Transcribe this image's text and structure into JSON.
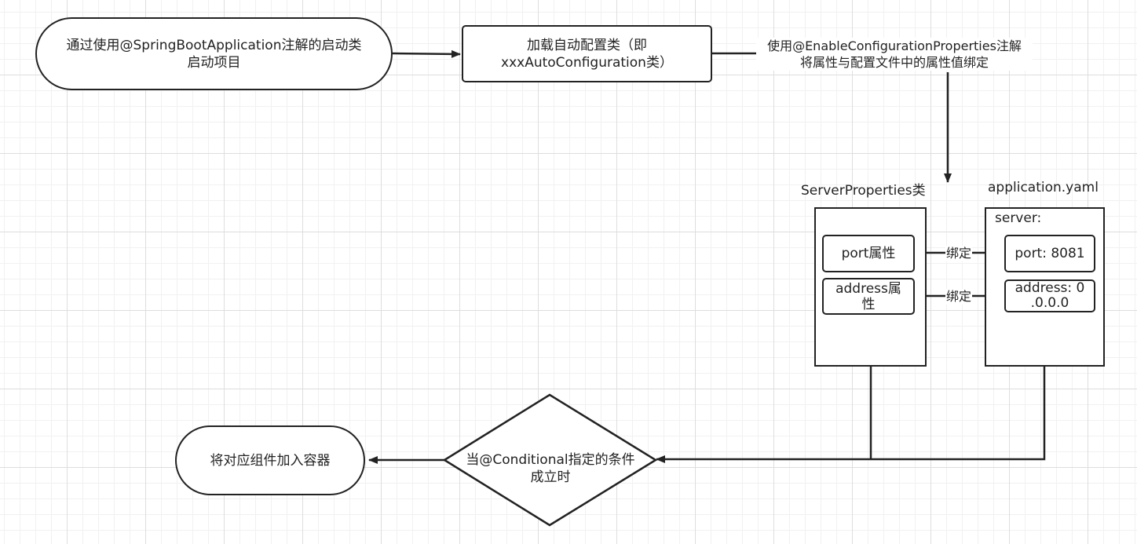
{
  "nodes": {
    "start": {
      "line1": "通过使用@SpringBootApplication注解的启动类",
      "line2": "启动项目"
    },
    "load_autoconfig": {
      "line1": "加载自动配置类（即",
      "line2": "xxxAutoConfiguration类）"
    },
    "enable_props_label": {
      "line1": "使用@EnableConfigurationProperties注解",
      "line2": "将属性与配置文件中的属性值绑定"
    },
    "server_properties": {
      "title": "ServerProperties类",
      "port": "port属性",
      "address_line1": "address属",
      "address_line2": "性"
    },
    "application_yaml": {
      "title": "application.yaml",
      "root_key": "server:",
      "port": "port: 8081",
      "address_line1": "address: 0",
      "address_line2": ".0.0.0"
    },
    "condition": {
      "line1": "当@Conditional指定的条件",
      "line2": "成立时"
    },
    "add_to_container": {
      "label": "将对应组件加入容器"
    }
  },
  "edges": {
    "bind_port": "绑定",
    "bind_address": "绑定"
  },
  "colors": {
    "stroke": "#222222",
    "text": "#222222",
    "grid_major": "#dedede",
    "grid_minor": "#f1f1f1",
    "background": "#ffffff"
  }
}
